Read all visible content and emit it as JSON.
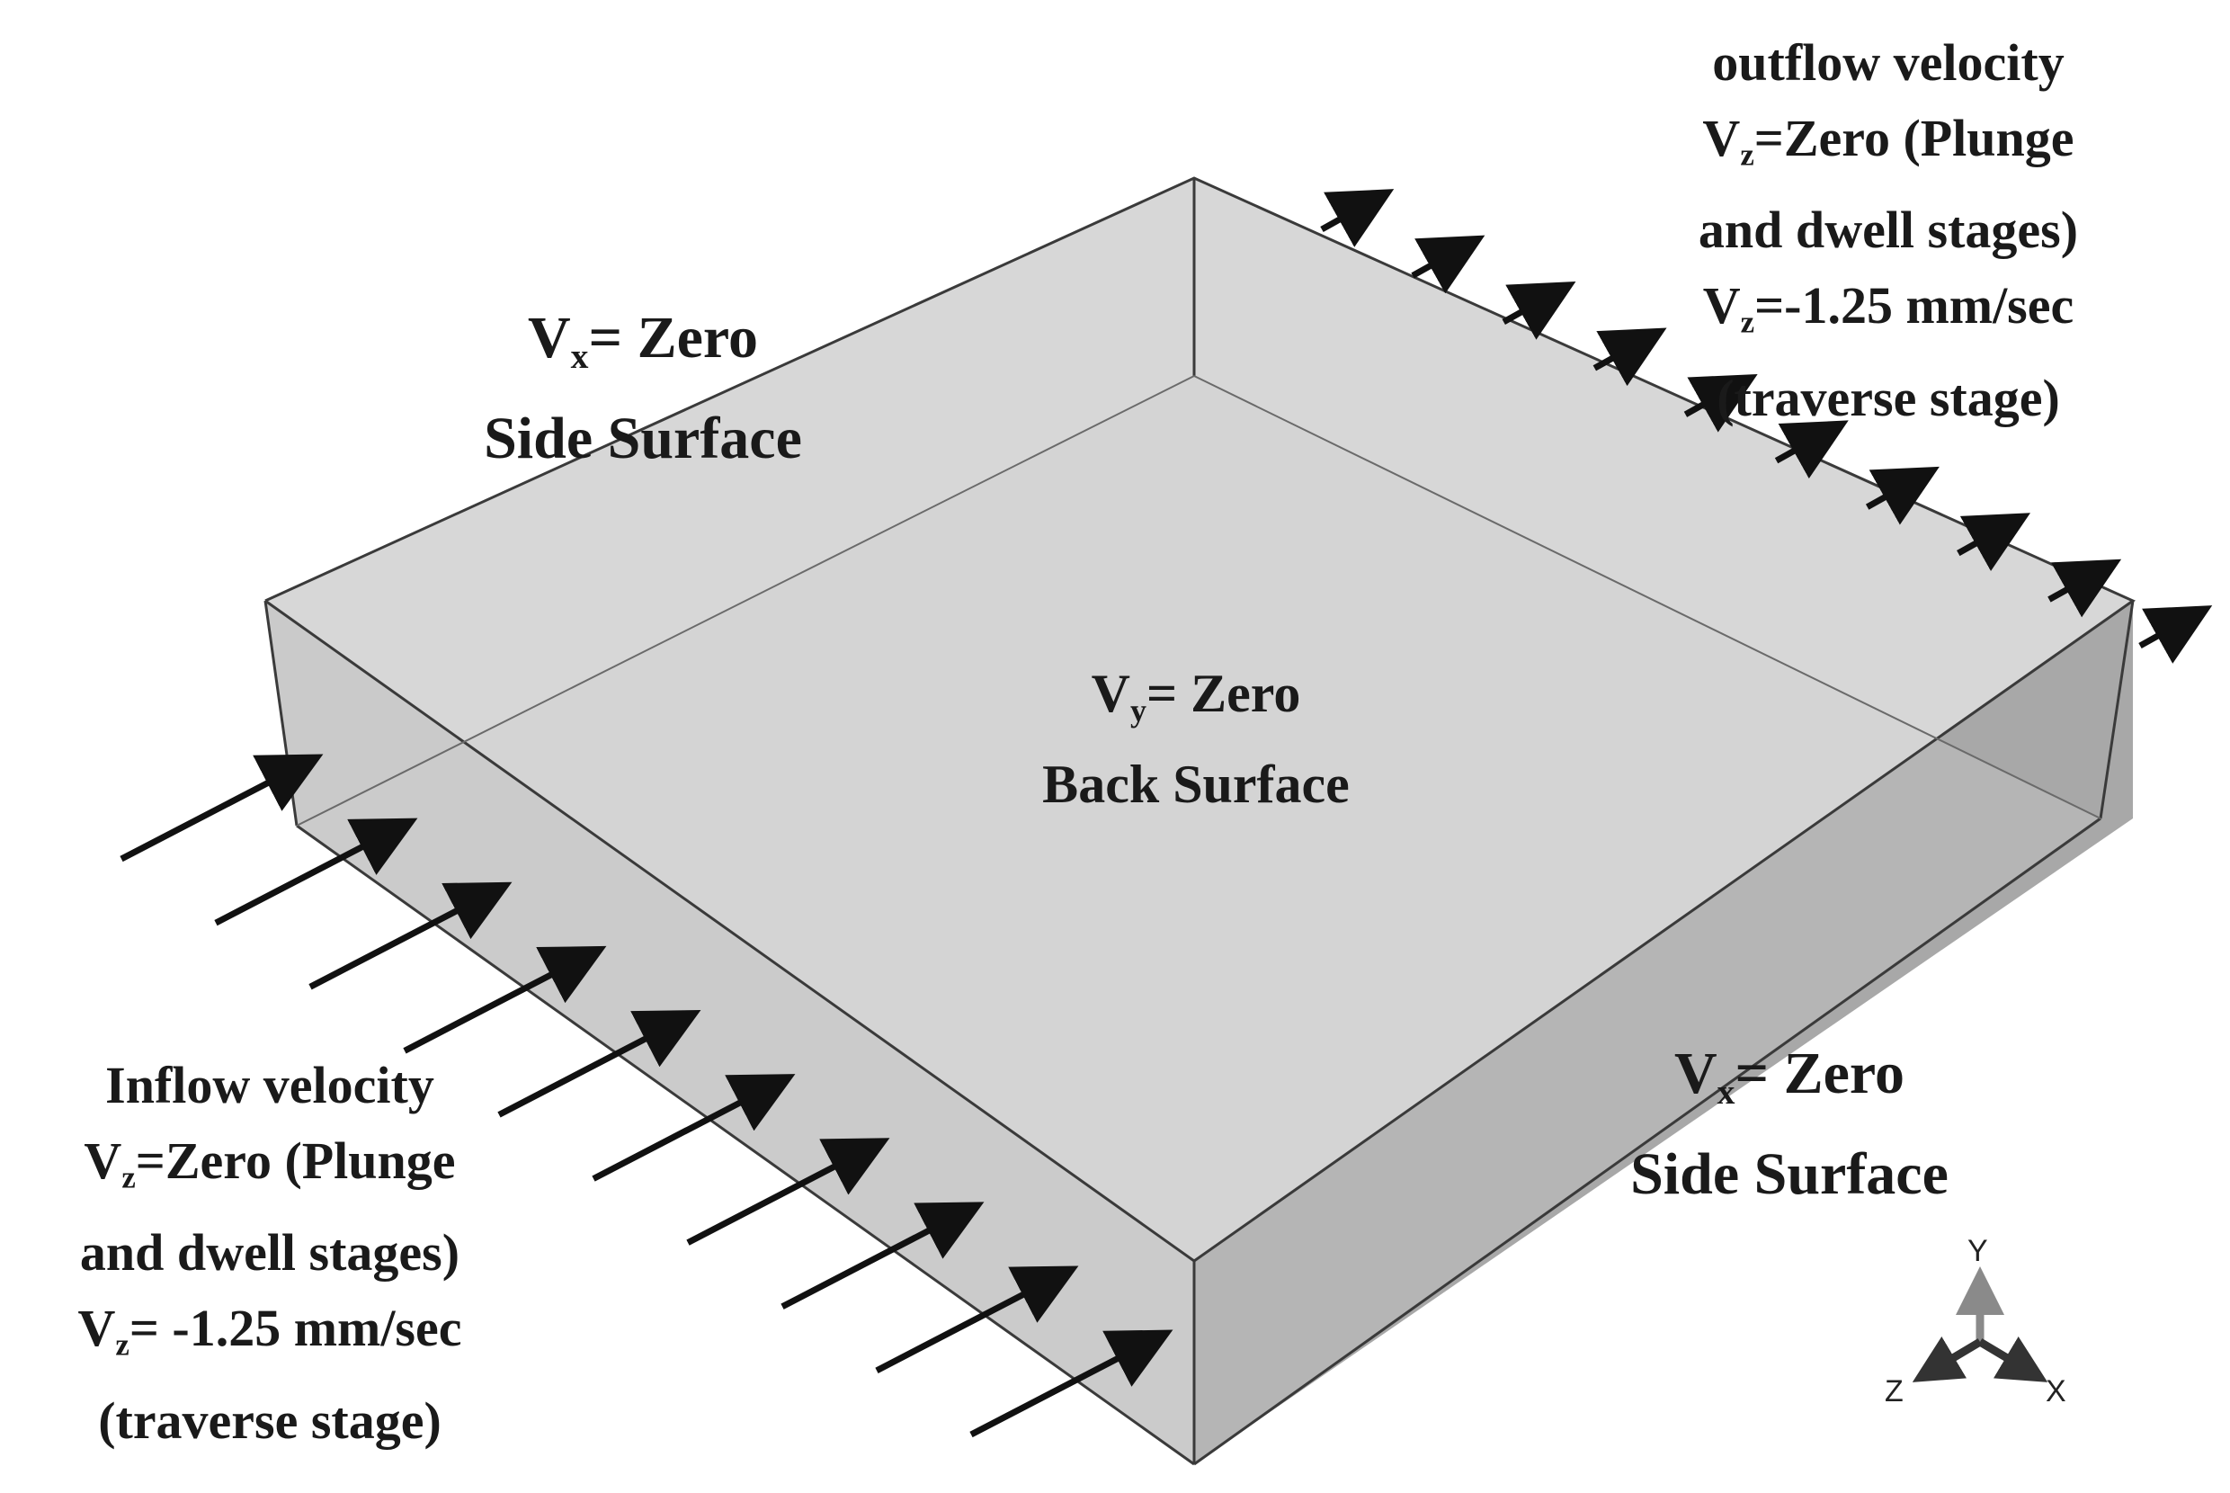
{
  "top_right_label": {
    "line1": "outflow velocity",
    "line2_var": "V",
    "line2_sub": "z",
    "line2_rest": "=Zero (Plunge",
    "line3": "and dwell stages)",
    "line4_var": "V",
    "line4_sub": "z",
    "line4_rest": "=-1.25 mm/sec",
    "line5": "(traverse stage)"
  },
  "top_left_label": {
    "line1_var": "V",
    "line1_sub": "x",
    "line1_rest": "= Zero",
    "line2": "Side Surface"
  },
  "center_label": {
    "line1_var": "V",
    "line1_sub": "y",
    "line1_rest": "= Zero",
    "line2": "Back Surface"
  },
  "bottom_right_label": {
    "line1_var": "V",
    "line1_sub": "x",
    "line1_rest": "= Zero",
    "line2": "Side Surface"
  },
  "bottom_left_label": {
    "line1": "Inflow velocity",
    "line2_var": "V",
    "line2_sub": "z",
    "line2_rest": "=Zero (Plunge",
    "line3": "and dwell stages)",
    "line4_var": "V",
    "line4_sub": "z",
    "line4_rest": "= -1.25 mm/sec",
    "line5": "(traverse stage)"
  },
  "triad": {
    "y_label": "Y",
    "z_label": "Z",
    "x_label": "X"
  },
  "colors": {
    "top_face": "#d7d7d7",
    "left_front_face": "#c9c9c9",
    "right_face": "#a9a9a9",
    "edge": "#3a3a3a",
    "arrow": "#111111",
    "triad_y": "#8a8a8a",
    "triad_other": "#333333"
  },
  "inflow_arrow_count": 10,
  "outflow_arrow_count": 10
}
